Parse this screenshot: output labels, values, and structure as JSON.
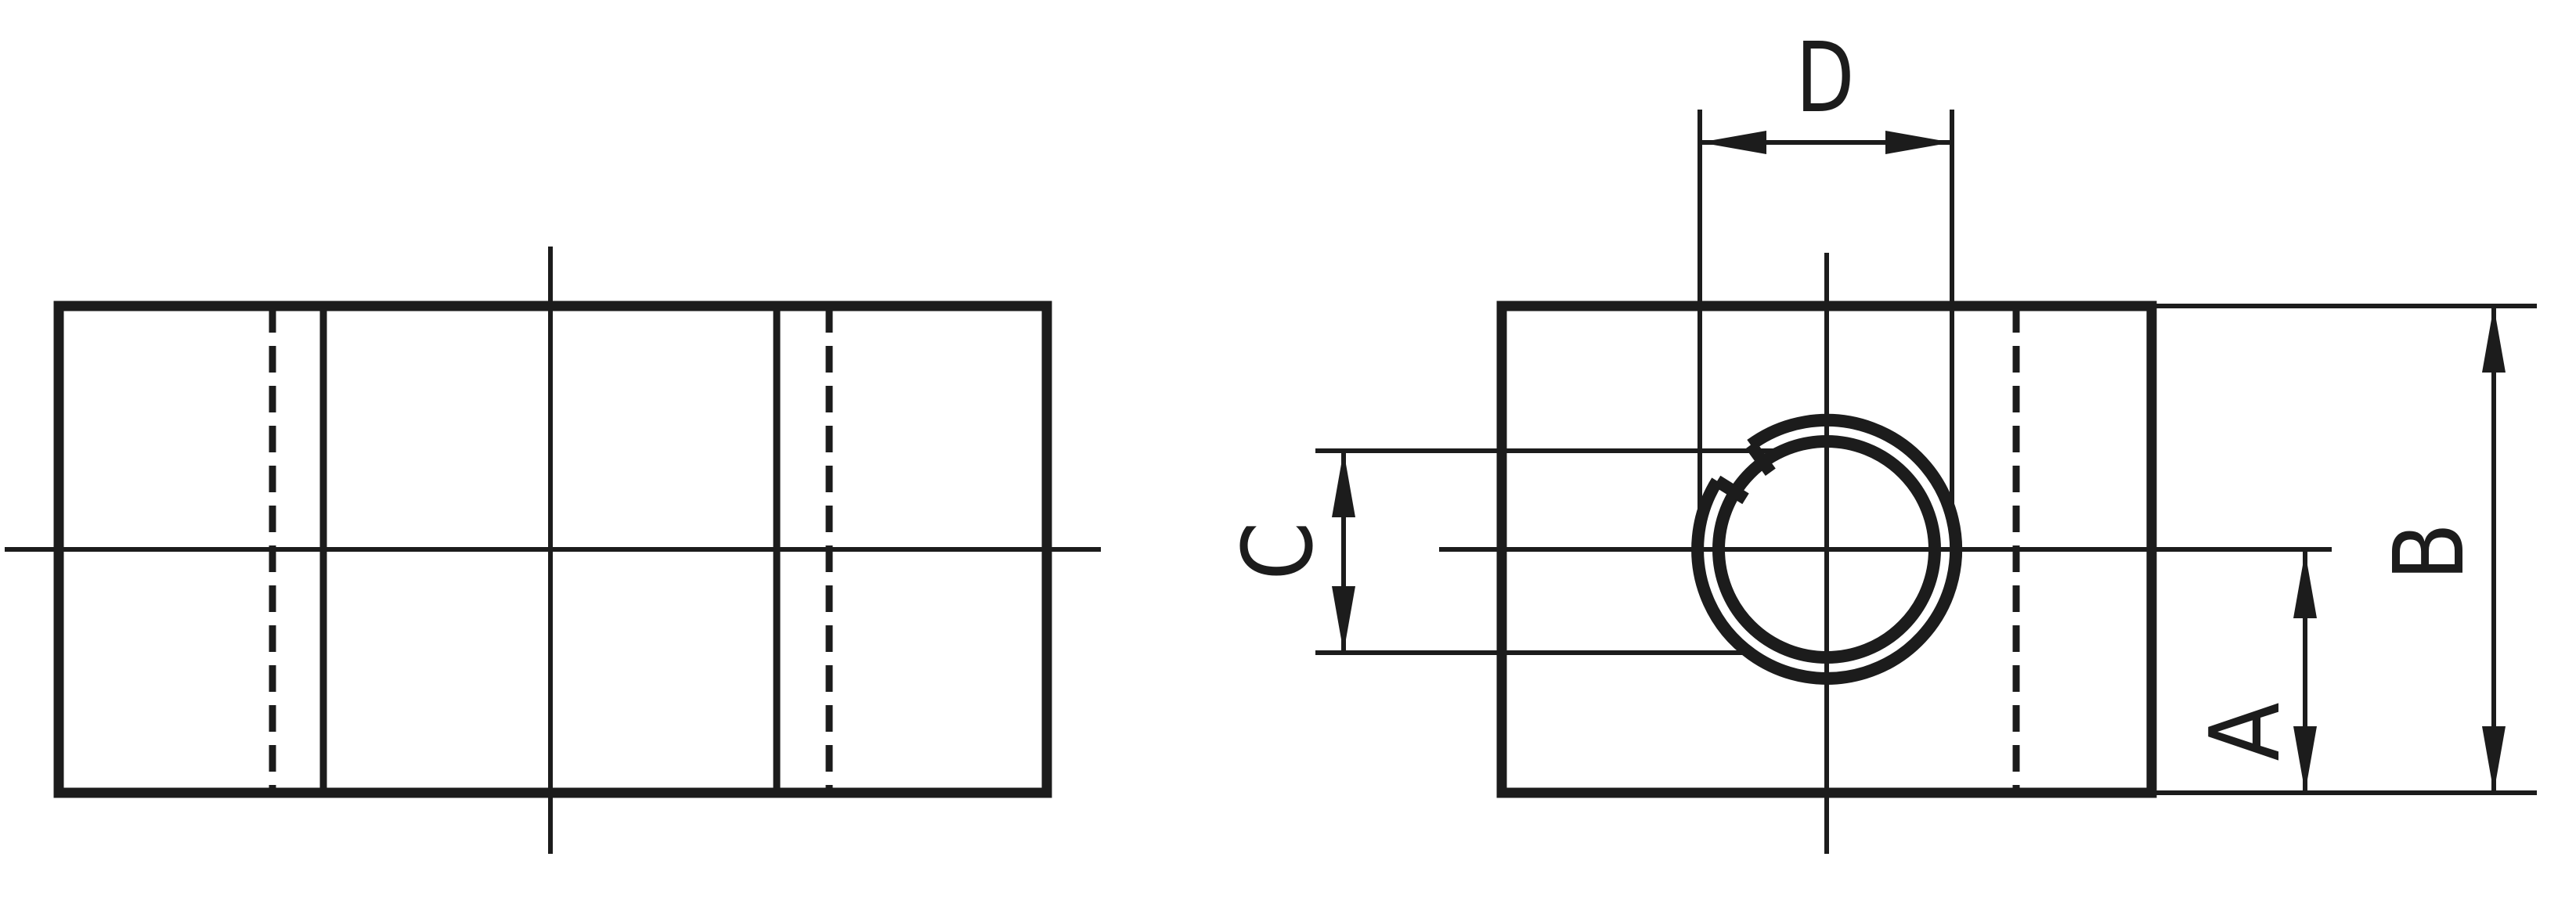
{
  "page": {
    "background_color": "#ffffff",
    "line_color": "#1c1c1c"
  },
  "drawing": {
    "kind": "two-view technical dimension drawing",
    "dimensions": {
      "a": "A",
      "b": "B",
      "c": "C",
      "d": "D"
    },
    "dimension_meanings": {
      "a": "vertical distance from horizontal centerline to bottom edge (right view)",
      "b": "overall height of block (right view)",
      "c": "inner hole diameter, measured vertically (right view)",
      "d": "outer thread-circle diameter, measured horizontally (right view)"
    }
  }
}
